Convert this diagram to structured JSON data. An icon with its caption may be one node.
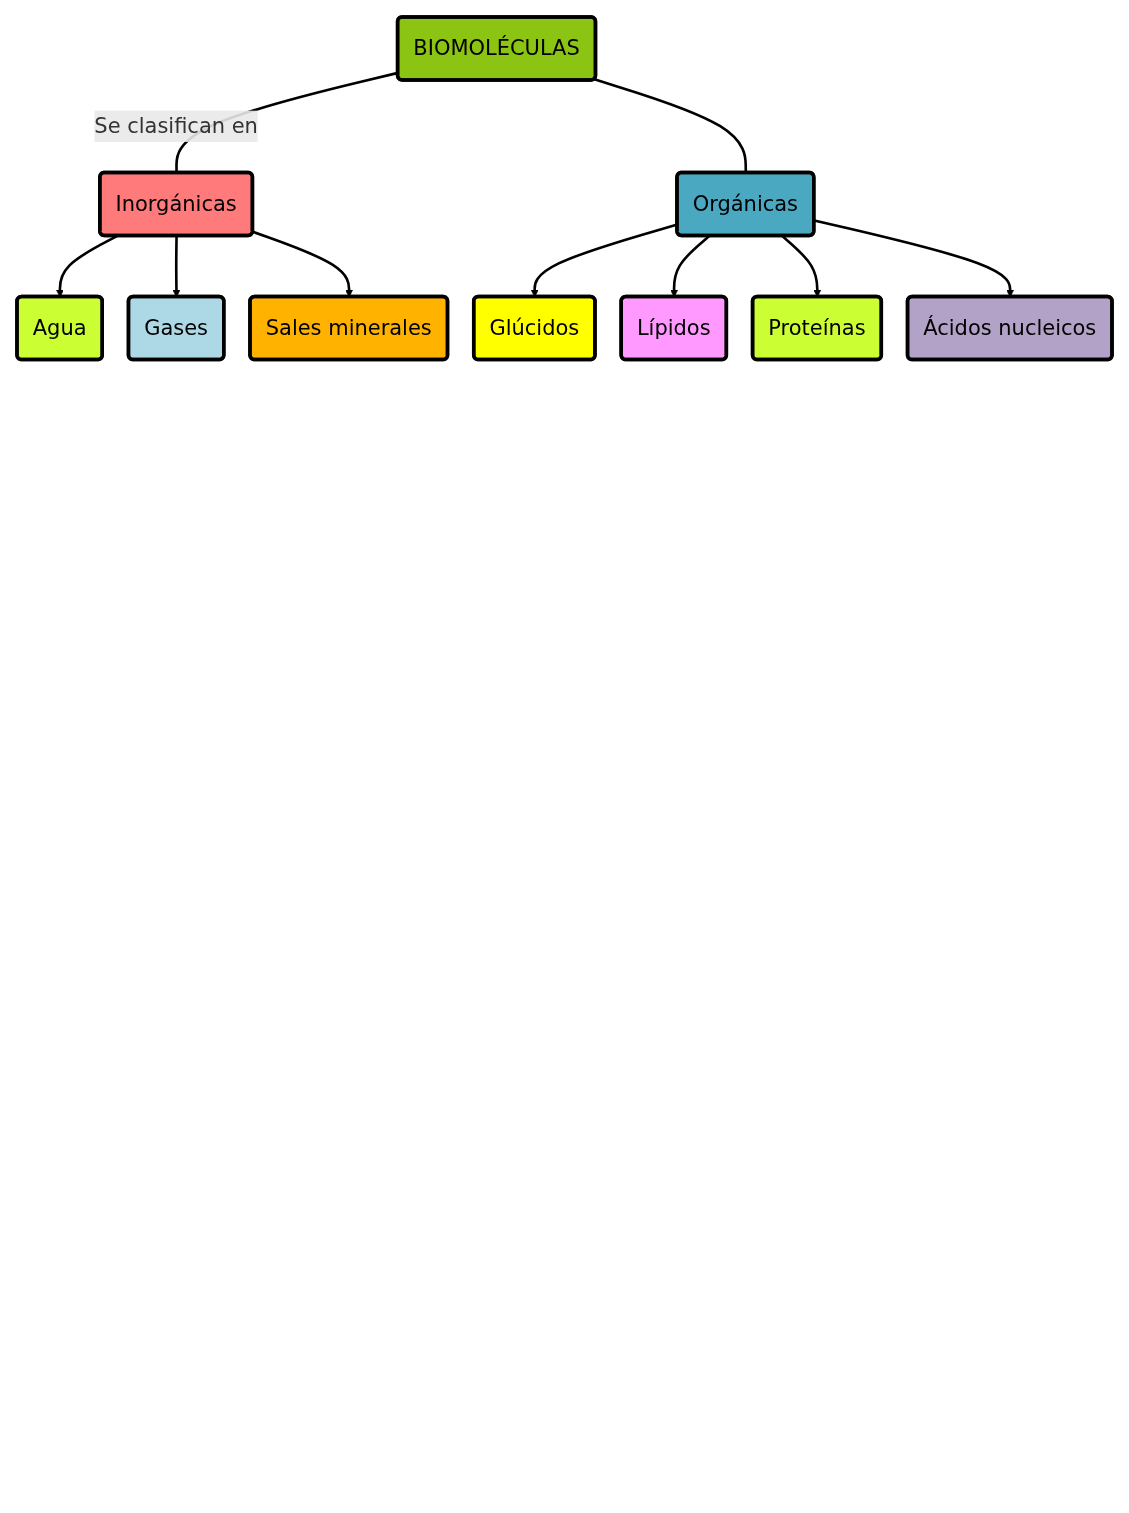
{
  "diagram": {
    "nodes": [
      {
        "text": [
          "BIOMOLÉCULAS"
        ]
      },
      {
        "text": [
          "Inorgánicas"
        ]
      },
      {
        "text": [
          "Orgánicas"
        ]
      },
      {
        "text": [
          "Agua"
        ]
      },
      {
        "text": [
          "Gases"
        ]
      },
      {
        "text": [
          "Sales minerales"
        ]
      },
      {
        "text": [
          "Glúcidos"
        ]
      },
      {
        "text": [
          "Lípidos"
        ]
      },
      {
        "text": [
          "Proteínas"
        ]
      },
      {
        "text": [
          "Ácidos nucleicos"
        ]
      }
    ],
    "edges": [
      {
        "from": 0,
        "to": 1,
        "arrow": "none",
        "label": "Se clasifican en"
      },
      {
        "from": 0,
        "to": 2,
        "arrow": "none"
      },
      {
        "from": 1,
        "to": 3,
        "arrow": "to"
      },
      {
        "from": 1,
        "to": 4,
        "arrow": "to"
      },
      {
        "from": 1,
        "to": 5,
        "arrow": "to"
      },
      {
        "from": 2,
        "to": 6,
        "arrow": "to"
      },
      {
        "from": 2,
        "to": 7,
        "arrow": "to"
      },
      {
        "from": 2,
        "to": 8,
        "arrow": "to"
      },
      {
        "from": 2,
        "to": 9,
        "arrow": "to"
      }
    ]
  }
}
